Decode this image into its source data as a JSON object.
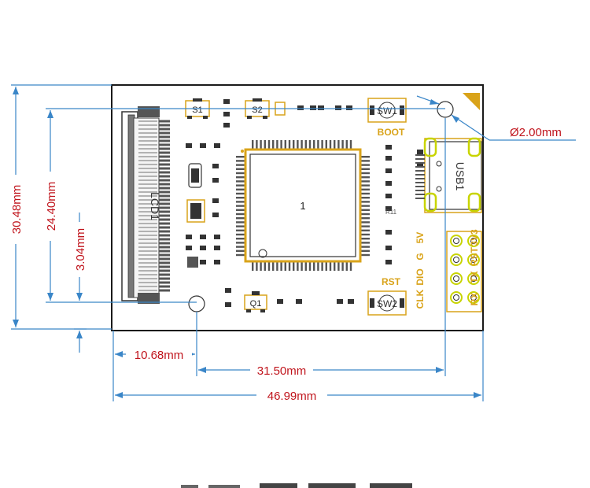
{
  "dimensions": {
    "board_height": "30.48mm",
    "connector_span": "24.40mm",
    "hole_offset_y": "3.04mm",
    "hole_offset_x": "10.68mm",
    "hole_spacing": "31.50mm",
    "board_width": "46.99mm",
    "hole_diameter": "Ø2.00mm"
  },
  "components": {
    "lcd_label": "LCD1",
    "s1": "S1",
    "s2": "S2",
    "sw1": "SW1",
    "sw2": "SW2",
    "boot": "BOOT",
    "rst": "RST",
    "chip_pin1": "1",
    "usb_label": "USB1",
    "q1": "Q1",
    "r_label": "R11"
  },
  "header": {
    "rows": [
      [
        "CLK",
        "RX"
      ],
      [
        "DIO",
        "TX"
      ],
      [
        "G",
        "RST"
      ],
      [
        "5V",
        "3V3"
      ]
    ]
  },
  "colors": {
    "dimension_text": "#c0141c",
    "dimension_line": "#3a86c8",
    "silkscreen_gold": "#d9a31a",
    "board_outline": "#1a1a1a"
  }
}
